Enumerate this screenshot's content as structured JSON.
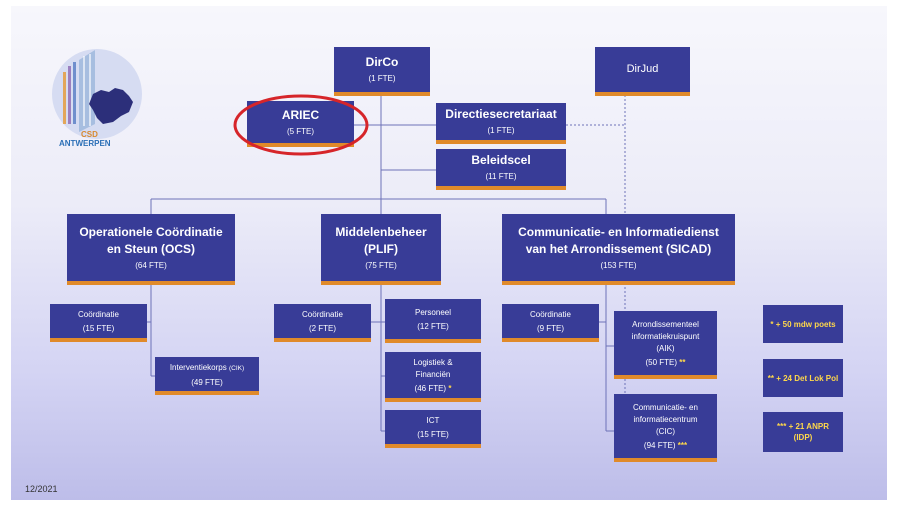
{
  "logo": {
    "line1": "CSD",
    "line2": "ANTWERPEN"
  },
  "date": "12/2021",
  "top": {
    "dirco": {
      "title": "DirCo",
      "fte": "(1 FTE)"
    },
    "dirjud": {
      "title": "DirJud"
    },
    "ariec": {
      "title": "ARIEC",
      "fte": "(5 FTE)"
    },
    "secr": {
      "title": "Directiesecretariaat",
      "fte": "(1 FTE)"
    },
    "beleid": {
      "title": "Beleidscel",
      "fte": "(11 FTE)"
    }
  },
  "departments": {
    "ocs": {
      "line1": "Operationele Coördinatie",
      "line2": "en Steun (OCS)",
      "fte": "(64 FTE)"
    },
    "plif": {
      "line1": "Middelenbeheer",
      "line2": "(PLIF)",
      "fte": "(75 FTE)"
    },
    "sicad": {
      "line1": "Communicatie- en Informatiedienst",
      "line2": "van het Arrondissement (SICAD)",
      "fte": "(153 FTE)"
    }
  },
  "units": {
    "ocs_coord": {
      "title": "Coördinatie",
      "fte": "(15 FTE)"
    },
    "ocs_cik": {
      "title": "Interventiekorps",
      "abbr": "(CIK)",
      "fte": "(49 FTE)"
    },
    "plif_coord": {
      "title": "Coördinatie",
      "fte": "(2 FTE)"
    },
    "personeel": {
      "title": "Personeel",
      "fte": "(12 FTE)"
    },
    "logistiek": {
      "line1": "Logistiek &",
      "line2": "Financiën",
      "fte": "(46 FTE)",
      "star": "*"
    },
    "ict": {
      "title": "ICT",
      "fte": "(15 FTE)"
    },
    "sicad_coord": {
      "title": "Coördinatie",
      "fte": "(9 FTE)"
    },
    "aik": {
      "line1": "Arrondissementeel",
      "line2": "informatiekruispunt",
      "line3": "(AIK)",
      "fte": "(50 FTE)",
      "star": "**"
    },
    "cic": {
      "line1": "Communicatie- en",
      "line2": "informatiecentrum",
      "line3": "(CIC)",
      "fte": "(94 FTE)",
      "star": "***"
    }
  },
  "notes": [
    {
      "stars": "*",
      "text": " + 50 mdw poets"
    },
    {
      "stars": "**",
      "text": " + 24 Det Lok Pol"
    },
    {
      "stars": "***",
      "text": " + 21 ANPR",
      "line2": "(IDP)"
    }
  ],
  "colors": {
    "box": "#383c97",
    "accent": "#e08a2a",
    "line": "#6d72b8",
    "highlight": "#d6252a",
    "note_text": "#ffd84a"
  }
}
